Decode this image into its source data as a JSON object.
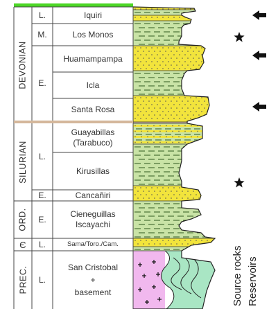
{
  "periods": [
    {
      "key": "devonian",
      "label": "DEVONIAN"
    },
    {
      "key": "silurian",
      "label": "SILURIAN"
    },
    {
      "key": "ord",
      "label": "ORD."
    },
    {
      "key": "camb",
      "label": "Є"
    },
    {
      "key": "prec",
      "label": "PREC."
    }
  ],
  "epochs": [
    {
      "key": "dev_l",
      "label": "L."
    },
    {
      "key": "dev_m",
      "label": "M."
    },
    {
      "key": "dev_e",
      "label": "E."
    },
    {
      "key": "sil_l",
      "label": "L."
    },
    {
      "key": "sil_e",
      "label": "E."
    },
    {
      "key": "ord_e",
      "label": "E."
    },
    {
      "key": "camb_l",
      "label": "L."
    },
    {
      "key": "prec_l",
      "label": "L."
    }
  ],
  "formations": [
    {
      "key": "iquiri",
      "label": "Iquiri"
    },
    {
      "key": "los_monos",
      "label": "Los Monos"
    },
    {
      "key": "huamampampa",
      "label": "Huamampampa"
    },
    {
      "key": "icla",
      "label": "Icla"
    },
    {
      "key": "santa_rosa",
      "label": "Santa Rosa"
    },
    {
      "key": "guayabillas",
      "label": "Guayabillas\n(Tarabuco)"
    },
    {
      "key": "kirusillas",
      "label": "Kirusillas"
    },
    {
      "key": "cancaniri",
      "label": "Cancañiri"
    },
    {
      "key": "cieneguillas",
      "label": "Cieneguillas\nIscayachi"
    },
    {
      "key": "sama",
      "label": "Sama/Toro./Cam."
    },
    {
      "key": "san_cristobal",
      "label": "San Cristobal\n+\nbasement"
    }
  ],
  "legend": {
    "source_rocks": "Source rocks",
    "reservoirs": "Reservoirs"
  },
  "markers": {
    "source_rock_symbol": "star",
    "reservoir_symbol": "arrow-left",
    "source_rock_intervals": [
      "Los Monos",
      "Kirusillas"
    ],
    "reservoir_intervals": [
      "Iquiri",
      "Huamampampa",
      "Santa Rosa"
    ]
  },
  "colors": {
    "shale": "#c9e3a6",
    "sandstone": "#f2e43c",
    "granite": "#f1b8ee",
    "metamorphic": "#a9e6c4",
    "top_bar": "#4cd626",
    "sil_dev_boundary": "#d4b79b"
  }
}
